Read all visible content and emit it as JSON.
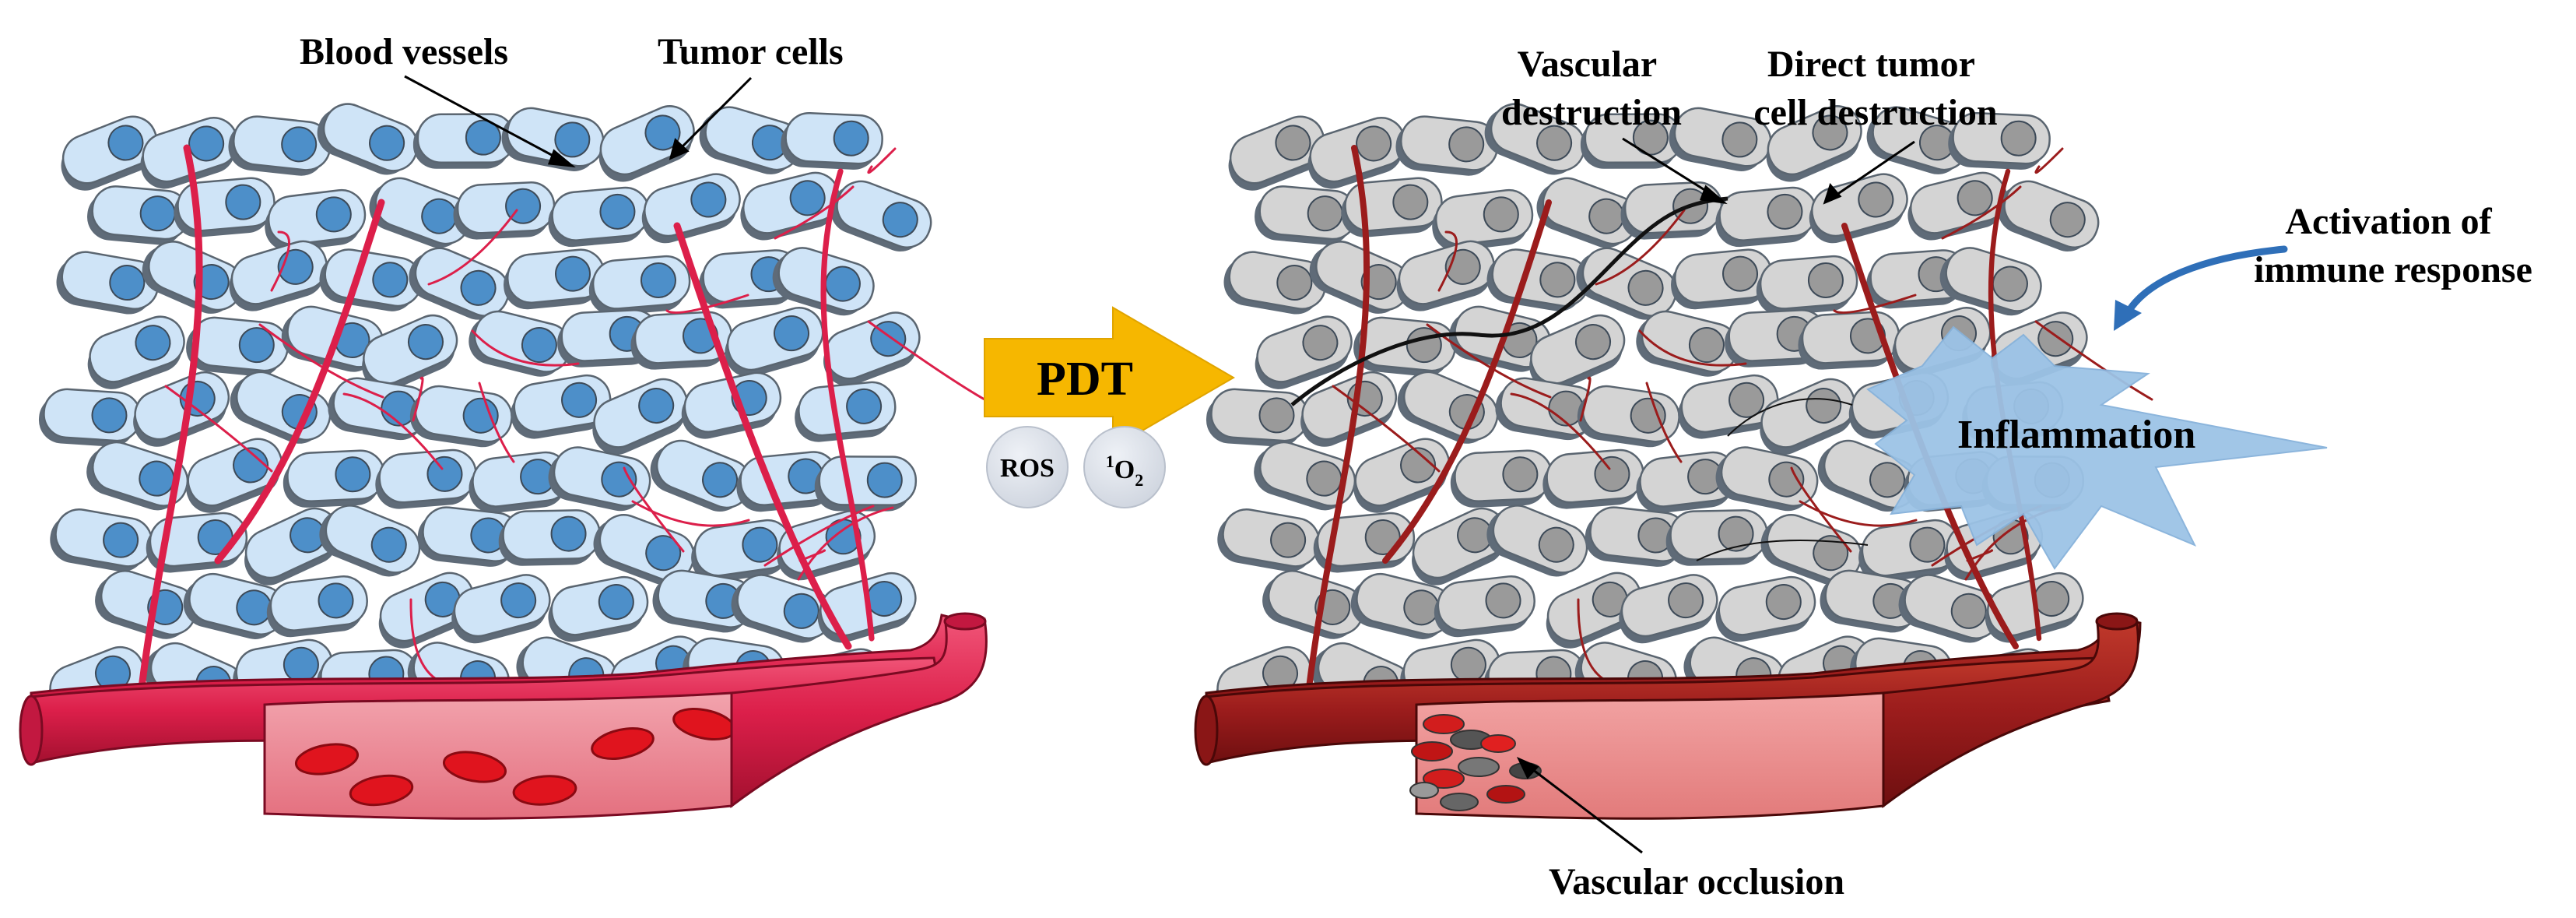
{
  "left_panel": {
    "label_blood_vessels": "Blood vessels",
    "label_tumor_cells": "Tumor cells"
  },
  "treatment": {
    "arrow_label": "PDT",
    "ros_label": "ROS",
    "singlet_oxygen": {
      "sup": "1",
      "base": "O",
      "sub": "2"
    }
  },
  "right_panel": {
    "label_vascular_destruction": [
      "Vascular",
      "destruction"
    ],
    "label_direct_tumor": [
      "Direct tumor",
      "cell destruction"
    ],
    "label_activation": [
      "Activation of",
      "immune response"
    ],
    "label_inflammation": "Inflammation",
    "label_vascular_occlusion": "Vascular occlusion"
  },
  "colors": {
    "healthy_cell": "#cfe4f7",
    "healthy_nucleus": "#4d8fc9",
    "treated_cell": "#d4d4d4",
    "treated_nucleus": "#9a9a9a",
    "healthy_vessel": "#dc1f4a",
    "treated_vessel": "#9b1c1c",
    "pdt_arrow": "#f6b700",
    "inflammation": "#9cc3e6",
    "immune_arrow": "#2f6fb8"
  }
}
